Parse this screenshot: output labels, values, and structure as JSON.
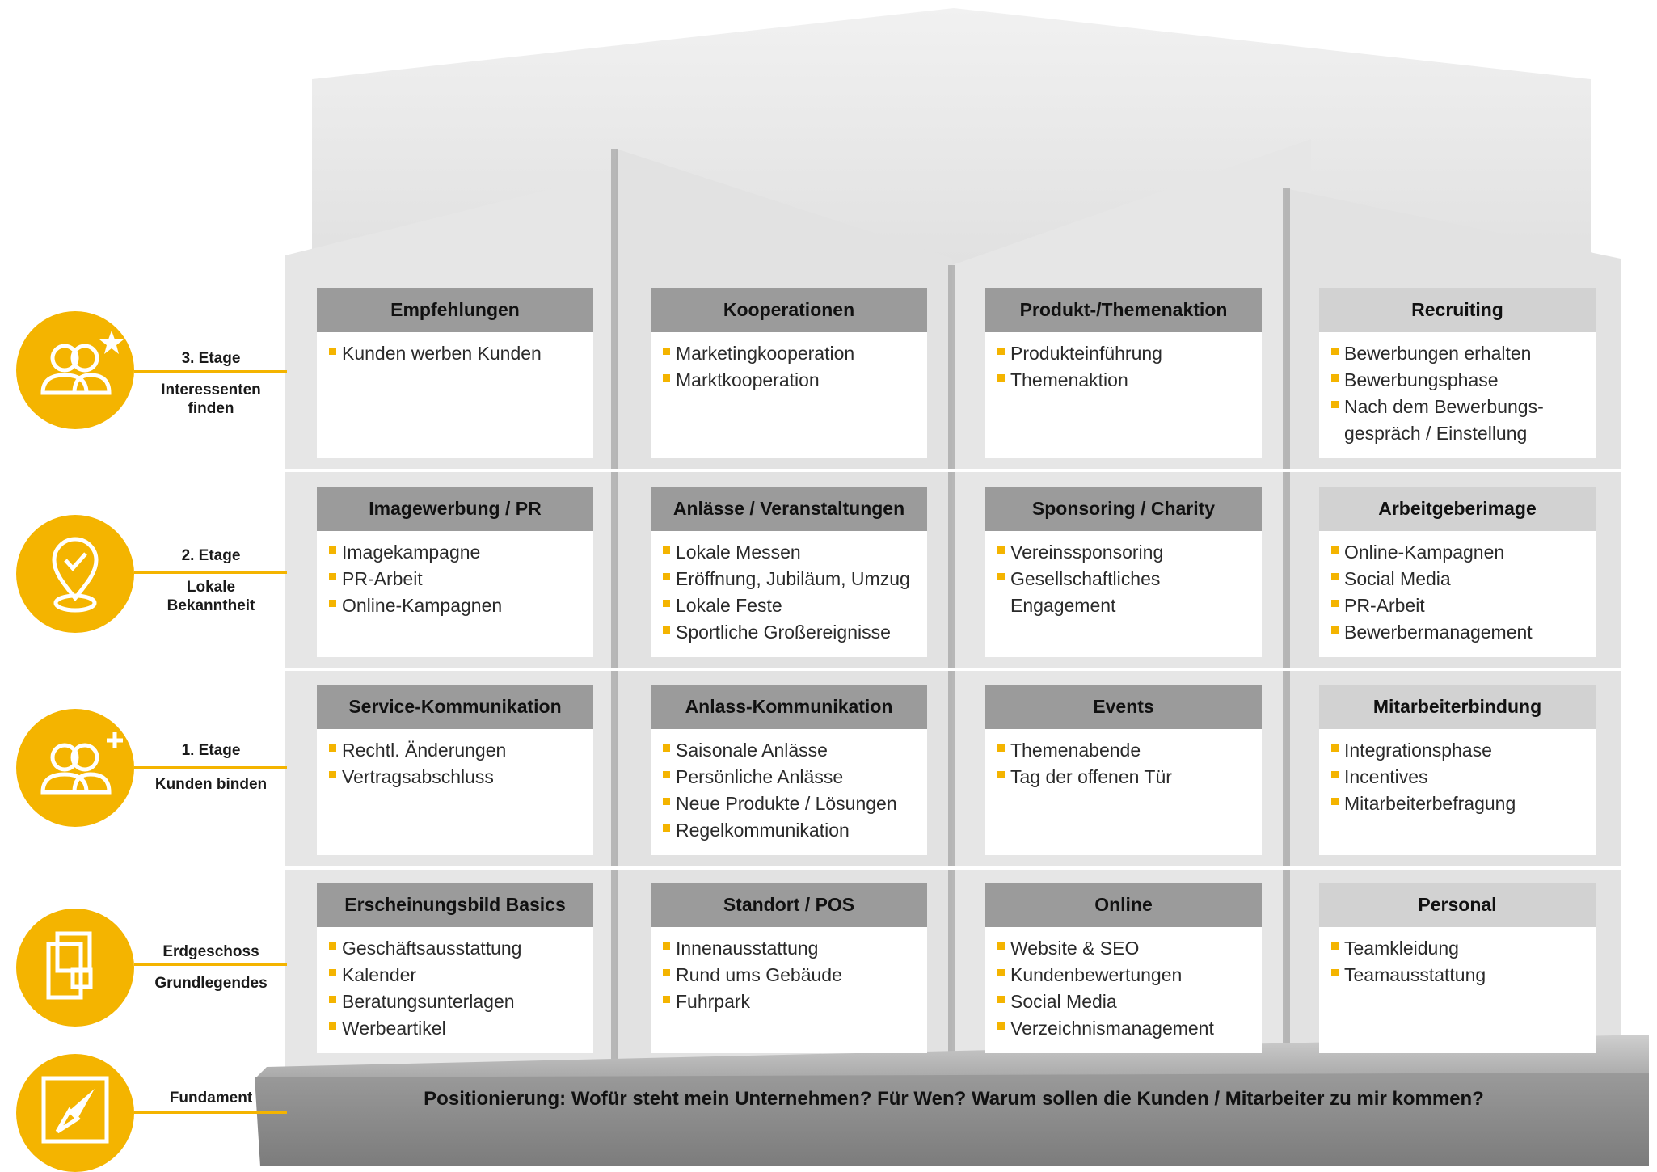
{
  "floors": [
    {
      "title": "3. Etage",
      "subtitle": "Interessenten finden",
      "icon": "users-star-icon"
    },
    {
      "title": "2. Etage",
      "subtitle": "Lokale Bekanntheit",
      "icon": "location-check-icon"
    },
    {
      "title": "1. Etage",
      "subtitle": "Kunden binden",
      "icon": "users-plus-icon"
    },
    {
      "title": "Erdgeschoss",
      "subtitle": "Grundlegendes",
      "icon": "documents-icon"
    },
    {
      "title": "Fundament",
      "subtitle": "",
      "icon": "compass-icon"
    }
  ],
  "grid": [
    [
      {
        "title": "Empfehlungen",
        "items": [
          "Kunden werben Kunden"
        ]
      },
      {
        "title": "Kooperationen",
        "items": [
          "Marketingkooperation",
          "Marktkooperation"
        ]
      },
      {
        "title": "Produkt-/Themenaktion",
        "items": [
          "Produkteinführung",
          "Themenaktion"
        ]
      },
      {
        "title": "Recruiting",
        "items": [
          "Bewerbungen erhalten",
          "Bewerbungsphase",
          "Nach dem Bewerbungs-gespräch / Einstellung"
        ]
      }
    ],
    [
      {
        "title": "Imagewerbung / PR",
        "items": [
          "Imagekampagne",
          "PR-Arbeit",
          "Online-Kampagnen"
        ]
      },
      {
        "title": "Anlässe / Veranstaltungen",
        "items": [
          "Lokale Messen",
          "Eröffnung, Jubiläum, Umzug",
          "Lokale Feste",
          "Sportliche Großereignisse"
        ]
      },
      {
        "title": "Sponsoring / Charity",
        "items": [
          "Vereinssponsoring",
          "Gesellschaftliches Engagement"
        ]
      },
      {
        "title": "Arbeitgeberimage",
        "items": [
          "Online-Kampagnen",
          "Social Media",
          "PR-Arbeit",
          "Bewerbermanagement"
        ]
      }
    ],
    [
      {
        "title": "Service-Kommunikation",
        "items": [
          "Rechtl. Änderungen",
          "Vertragsabschluss"
        ]
      },
      {
        "title": "Anlass-Kommunikation",
        "items": [
          "Saisonale Anlässe",
          "Persönliche Anlässe",
          "Neue Produkte / Lösungen",
          "Regelkommunikation"
        ]
      },
      {
        "title": "Events",
        "items": [
          "Themenabende",
          "Tag der offenen Tür"
        ]
      },
      {
        "title": "Mitarbeiterbindung",
        "items": [
          "Integrationsphase",
          "Incentives",
          "Mitarbeiterbefragung"
        ]
      }
    ],
    [
      {
        "title": "Erscheinungsbild Basics",
        "items": [
          "Geschäftsausstattung",
          "Kalender",
          "Beratungsunterlagen",
          "Werbeartikel"
        ]
      },
      {
        "title": "Standort / POS",
        "items": [
          "Innenausstattung",
          "Rund ums Gebäude",
          "Fuhrpark"
        ]
      },
      {
        "title": "Online",
        "items": [
          "Website & SEO",
          "Kundenbewertungen",
          "Social Media",
          "Verzeichnismanagement"
        ]
      },
      {
        "title": "Personal",
        "items": [
          "Teamkleidung",
          "Teamausstattung"
        ]
      }
    ]
  ],
  "foundation_text": "Positionierung: Wofür steht mein Unternehmen? Für Wen? Warum sollen die Kunden / Mitarbeiter zu mir kommen?",
  "colors": {
    "accent": "#f4b400",
    "header_dark": "#9b9b9b",
    "header_light": "#d2d2d2",
    "wall": "#e4e4e4",
    "back": "#ececec",
    "base": "#8c8c8c"
  }
}
